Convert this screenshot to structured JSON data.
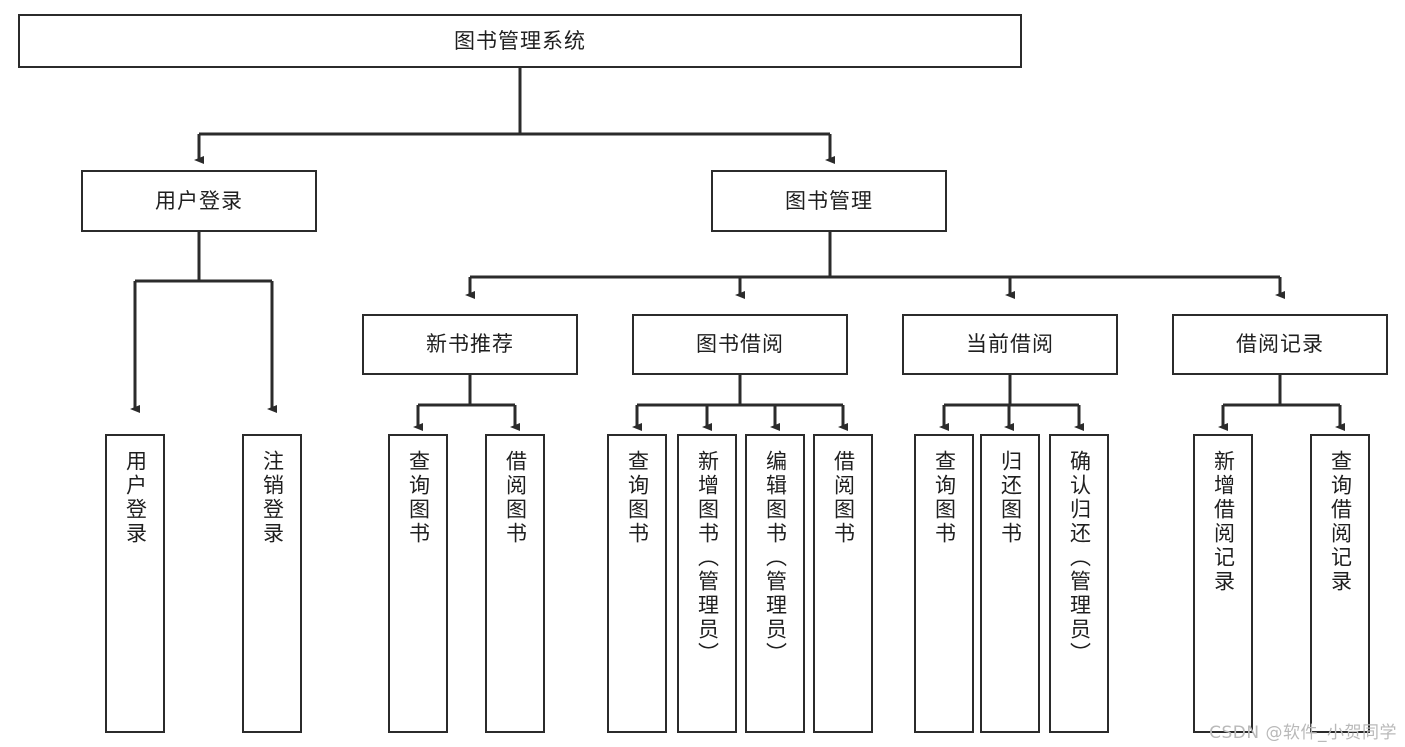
{
  "diagram": {
    "title": "图书管理系统",
    "type": "tree-hierarchy-chart",
    "root": {
      "id": "root",
      "label": "图书管理系统"
    },
    "level1": [
      {
        "id": "user-login",
        "label": "用户登录"
      },
      {
        "id": "book-management",
        "label": "图书管理"
      }
    ],
    "level2": [
      {
        "id": "new-book-recommend",
        "label": "新书推荐"
      },
      {
        "id": "book-borrow",
        "label": "图书借阅"
      },
      {
        "id": "current-borrow",
        "label": "当前借阅"
      },
      {
        "id": "borrow-record",
        "label": "借阅记录"
      }
    ],
    "leaves": {
      "user_login": [
        {
          "id": "leaf-user-login",
          "label": "用户登录"
        },
        {
          "id": "leaf-logout",
          "label": "注销登录"
        }
      ],
      "new_book_recommend": [
        {
          "id": "leaf-query-books-1",
          "label": "查询图书"
        },
        {
          "id": "leaf-borrow-books-1",
          "label": "借阅图书"
        }
      ],
      "book_borrow": [
        {
          "id": "leaf-query-books-2",
          "label": "查询图书"
        },
        {
          "id": "leaf-add-book-admin",
          "label": "新增图书（管理员）"
        },
        {
          "id": "leaf-edit-book-admin",
          "label": "编辑图书（管理员）"
        },
        {
          "id": "leaf-borrow-books-2",
          "label": "借阅图书"
        }
      ],
      "current_borrow": [
        {
          "id": "leaf-query-books-3",
          "label": "查询图书"
        },
        {
          "id": "leaf-return-books",
          "label": "归还图书"
        },
        {
          "id": "leaf-confirm-return-admin",
          "label": "确认归还（管理员）"
        }
      ],
      "borrow_record": [
        {
          "id": "leaf-add-borrow-record",
          "label": "新增借阅记录"
        },
        {
          "id": "leaf-query-borrow-record",
          "label": "查询借阅记录"
        }
      ]
    },
    "colors": {
      "stroke": "#2b2b2b",
      "fill": "#ffffff",
      "text": "#1f1f1f",
      "watermark": "#b9b9b9"
    }
  },
  "watermark": {
    "text": "CSDN @软件_小贺同学"
  }
}
